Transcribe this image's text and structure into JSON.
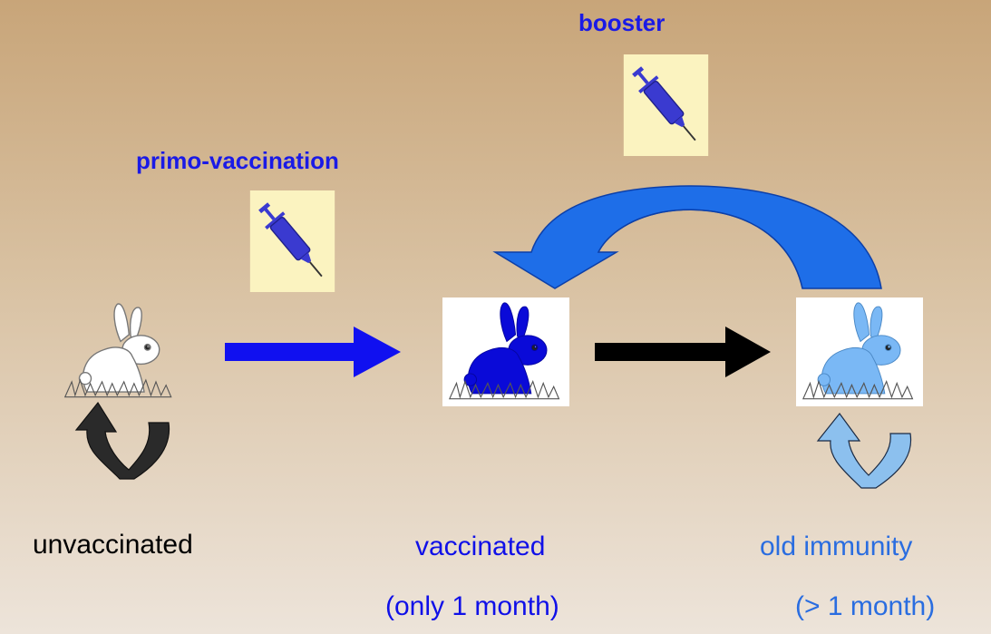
{
  "labels": {
    "booster": "booster",
    "primo": "primo-vaccination",
    "unvaccinated": "unvaccinated",
    "vaccinated": "vaccinated",
    "vaccinated_sub": "(only 1 month)",
    "old_immunity": "old immunity",
    "old_immunity_sub": "(> 1 month)"
  },
  "colors": {
    "title_blue": "#1a1ae6",
    "vaccinated_blue": "#1010e8",
    "old_blue": "#2a6de0",
    "black_text": "#000000",
    "syringe_bg": "#fbf3c0",
    "syringe_body": "#3a3ad0",
    "rabbit_vaccinated": "#0a0ad8",
    "rabbit_old": "#7ab8f5",
    "curve_arrow_blue": "#1565e0",
    "cycle_dark": "#2a2a2a",
    "cycle_light": "#8cc0ee"
  },
  "icons": {
    "syringe_primo": "syringe-icon",
    "syringe_booster": "syringe-icon",
    "rabbit_white": "rabbit-icon",
    "rabbit_blue": "rabbit-icon",
    "rabbit_lightblue": "rabbit-icon"
  }
}
